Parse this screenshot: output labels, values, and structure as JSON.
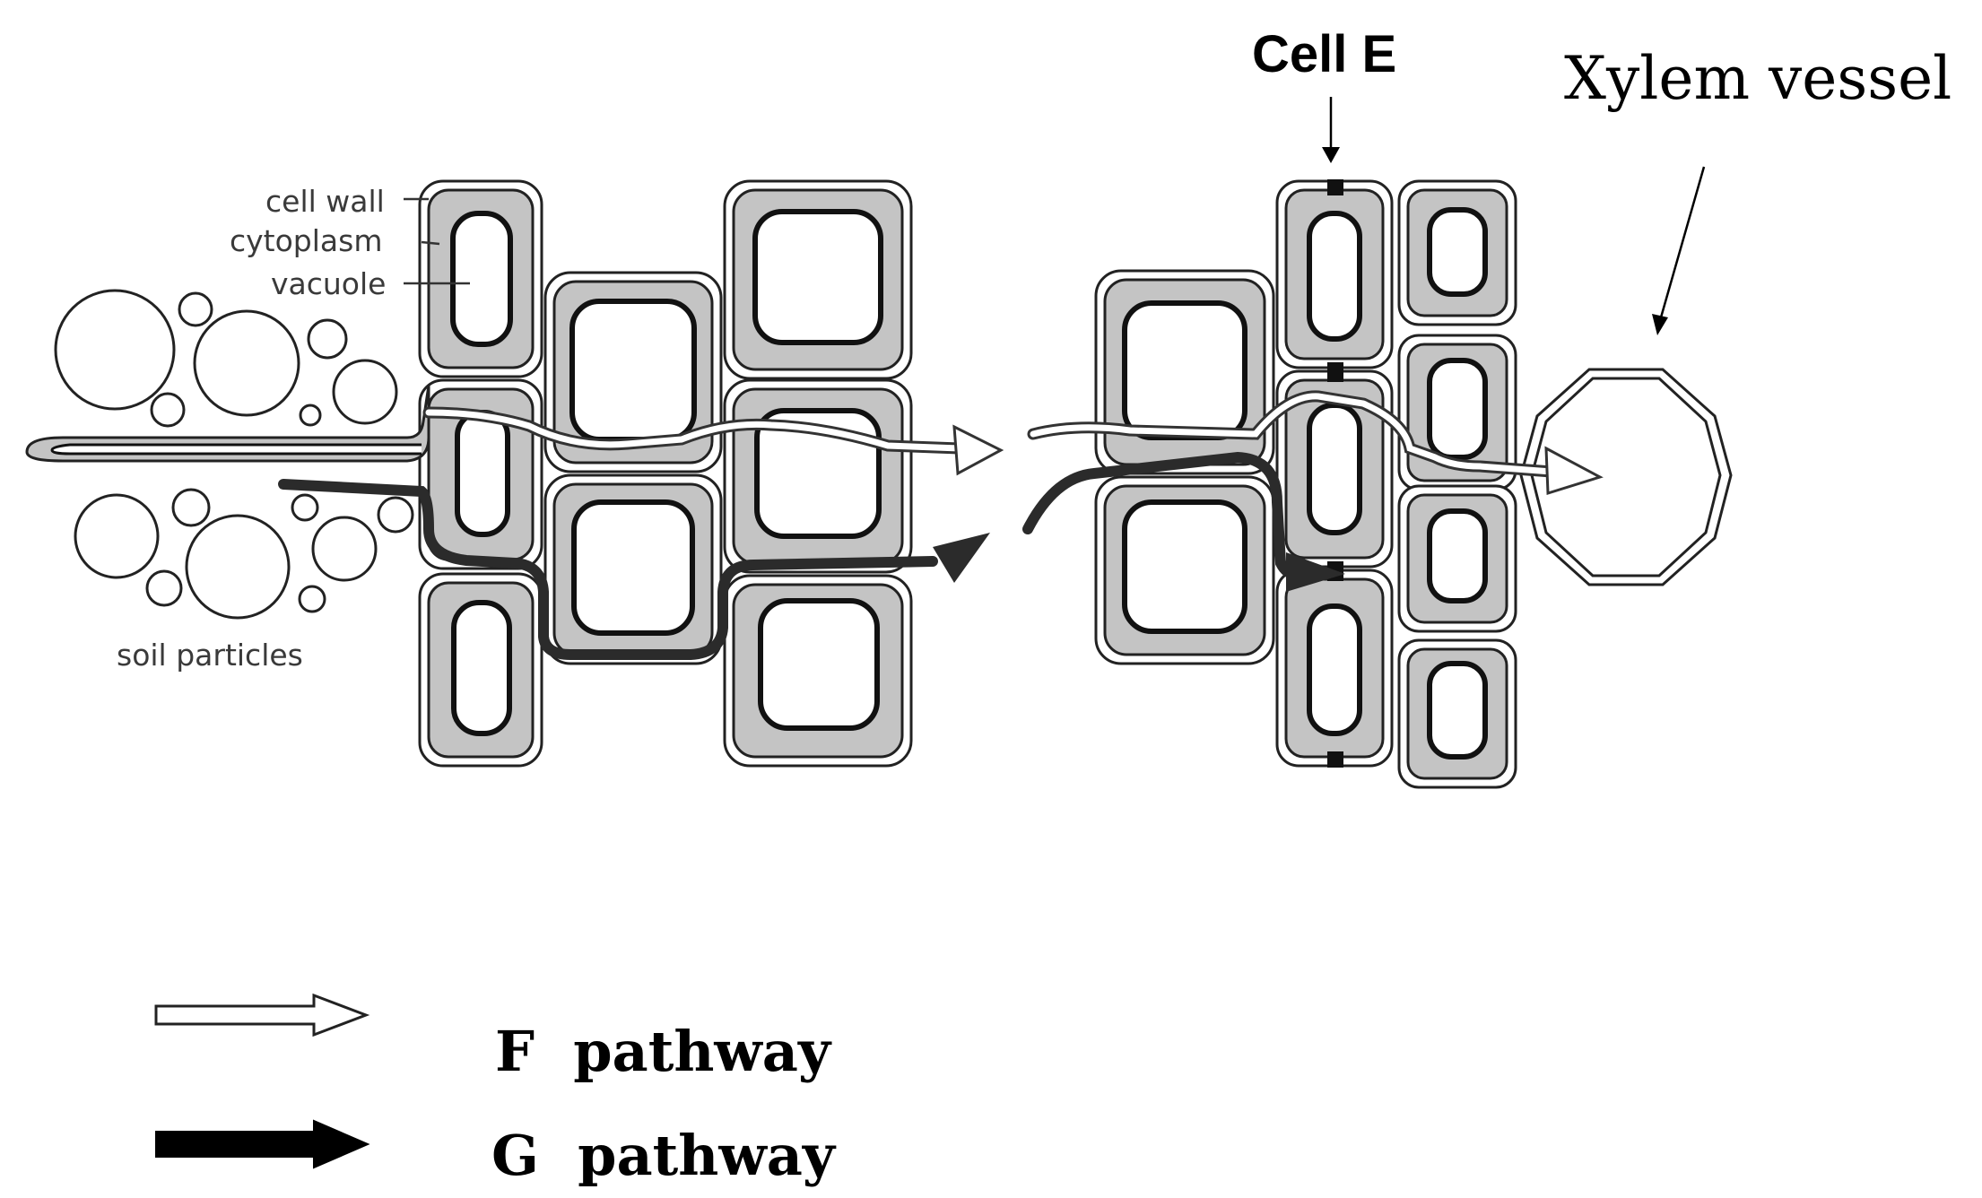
{
  "labels": {
    "cell_wall": "cell wall",
    "cytoplasm": "cytoplasm",
    "vacuole": "vacuole",
    "soil_particles": "soil particles",
    "cell_e": "Cell E",
    "xylem_vessel": "Xylem vessel"
  },
  "legend": {
    "f_pathway": "F  pathway",
    "g_pathway": "G  pathway"
  },
  "colors": {
    "cytoplasm": "#c4c4c4",
    "f_arrow": "#ffffff",
    "g_arrow": "#222222"
  }
}
